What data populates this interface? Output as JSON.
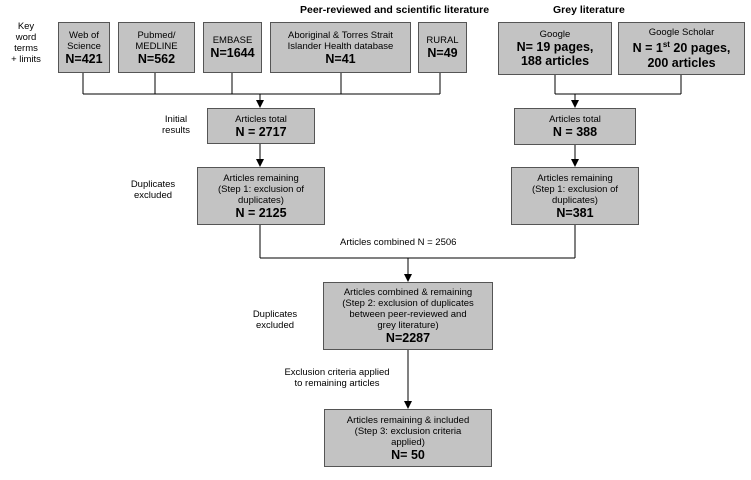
{
  "headers": {
    "peer": "Peer-reviewed  and scientific literature",
    "grey": "Grey literature"
  },
  "side_labels": {
    "keyword": "Key\nword\nterms\n+ limits",
    "initial": "Initial\nresults",
    "dup1": "Duplicates\nexcluded",
    "dup2": "Duplicates\nexcluded",
    "exclusion": "Exclusion criteria applied\nto remaining articles"
  },
  "sources": [
    {
      "name": "Web of\nScience",
      "count": "N=421"
    },
    {
      "name": "Pubmed/\nMEDLINE",
      "count": "N=562"
    },
    {
      "name": "EMBASE",
      "count": "N=1644"
    },
    {
      "name": "Aboriginal & Torres Strait\nIslander Health database",
      "count": "N=41"
    },
    {
      "name": "RURAL",
      "count": "N=49"
    }
  ],
  "grey_sources": [
    {
      "name": "Google",
      "count": "N= 19 pages,\n188 articles"
    },
    {
      "name": "Google Scholar",
      "count_pre": "N = 1",
      "count_sup": "st",
      "count_post": " 20 pages,\n200 articles"
    }
  ],
  "peer_total": {
    "label": "Articles total",
    "count": "N = 2717"
  },
  "grey_total": {
    "label": "Articles total",
    "count": "N = 388"
  },
  "peer_remaining": {
    "label": "Articles remaining\n(Step 1: exclusion of\nduplicates)",
    "count": "N = 2125"
  },
  "grey_remaining": {
    "label": "Articles remaining\n(Step 1: exclusion of\nduplicates)",
    "count": "N=381"
  },
  "combined_label": "Articles combined N = 2506",
  "combined_box": {
    "label": "Articles combined & remaining\n(Step 2: exclusion of duplicates\nbetween peer-reviewed and\ngrey literature)",
    "count": "N=2287"
  },
  "final_box": {
    "label": "Articles remaining & included\n(Step 3: exclusion criteria\napplied)",
    "count": "N= 50"
  }
}
